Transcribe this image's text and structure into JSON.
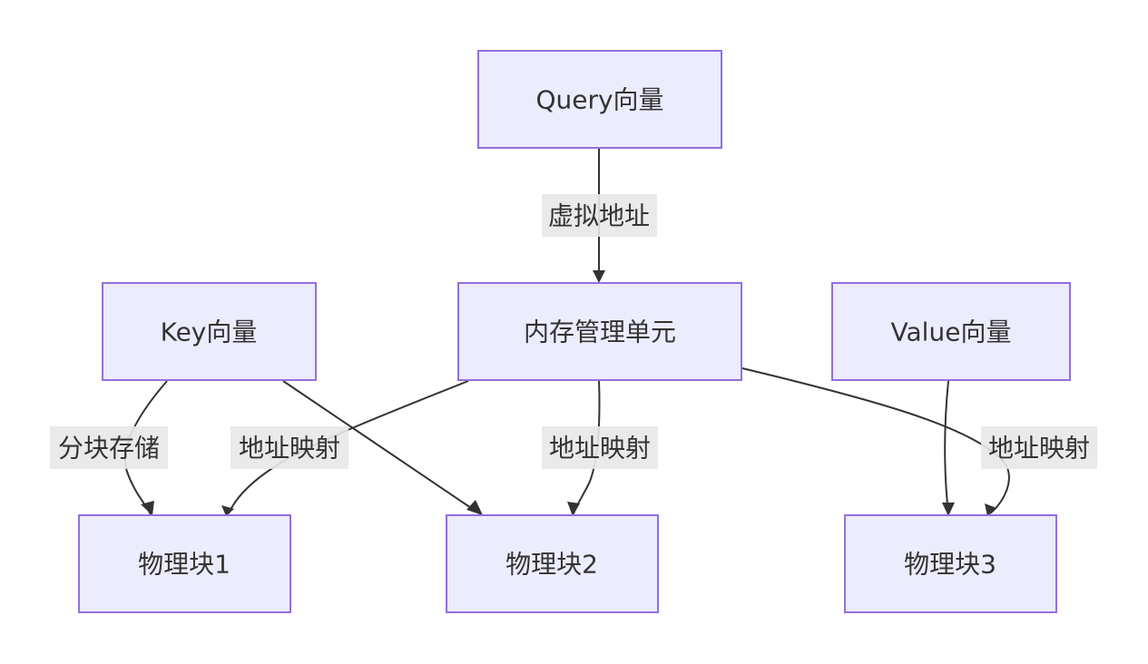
{
  "nodes": {
    "query": "Query向量",
    "mmu": "内存管理单元",
    "key": "Key向量",
    "value": "Value向量",
    "block1": "物理块1",
    "block2": "物理块2",
    "block3": "物理块3"
  },
  "edges": {
    "query_to_mmu": "虚拟地址",
    "key_to_block1": "分块存储",
    "mmu_to_block1": "地址映射",
    "mmu_to_block2": "地址映射",
    "mmu_to_block3": "地址映射"
  },
  "colors": {
    "node_fill": "#ececff",
    "node_stroke": "#9370db",
    "edge": "#333333",
    "label_bg": "#e8e8e8"
  }
}
